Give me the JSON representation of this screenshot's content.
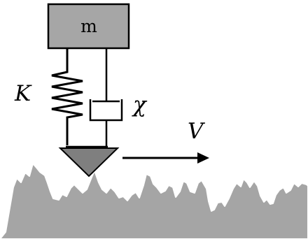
{
  "diagram": {
    "mass_label": "m",
    "spring_label": "K",
    "damper_label": "χ",
    "velocity_label": "V"
  },
  "colors": {
    "mass_fill": "#a6a6a6",
    "tip_fill": "#7f7f7f",
    "surface_fill": "#a5a5a5",
    "line": "#000000"
  }
}
